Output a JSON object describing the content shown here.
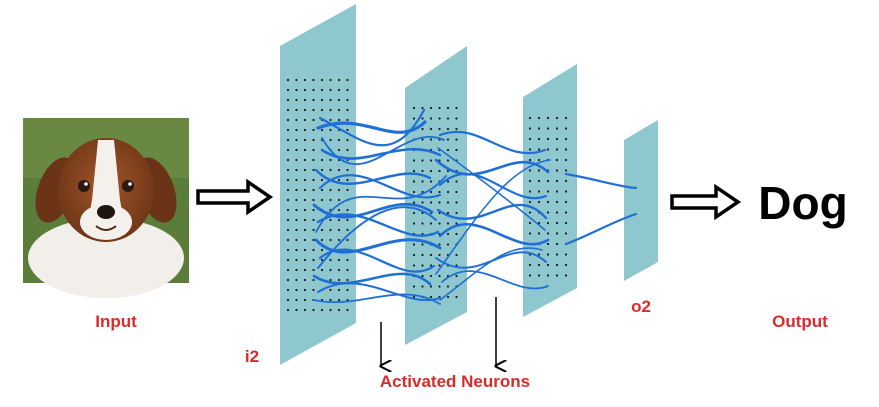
{
  "labels": {
    "input": "Input",
    "layer_in": "i2",
    "activated": "Activated Neurons",
    "layer_out": "o2",
    "output": "Output",
    "prediction": "Dog"
  },
  "input_image": {
    "subject": "dog-photo"
  },
  "colors": {
    "layer_fill": "#8ec7ce",
    "connection": "#1f6fd6",
    "label_red": "#d92b2b",
    "arrow": "#000000"
  }
}
